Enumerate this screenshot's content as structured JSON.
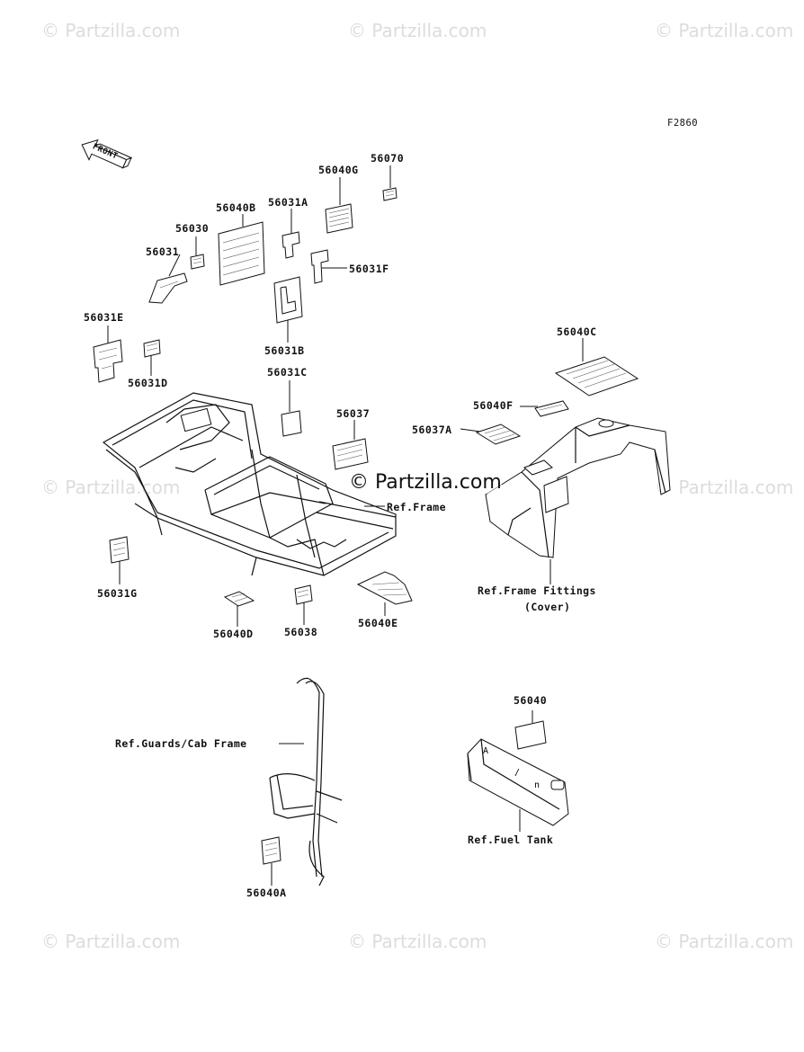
{
  "watermarks": {
    "small": "© Partzilla.com",
    "center": "© Partzilla.com"
  },
  "figure_code": "F2860",
  "front_label": "FRONT",
  "parts": {
    "p56070": "56070",
    "p56040G": "56040G",
    "p56040B": "56040B",
    "p56031A": "56031A",
    "p56030": "56030",
    "p56031": "56031",
    "p56031F": "56031F",
    "p56031E": "56031E",
    "p56031B": "56031B",
    "p56031D": "56031D",
    "p56031C": "56031C",
    "p56037": "56037",
    "p56040C": "56040C",
    "p56040F": "56040F",
    "p56037A": "56037A",
    "p56031G": "56031G",
    "p56040D": "56040D",
    "p56038": "56038",
    "p56040E": "56040E",
    "p56040": "56040",
    "p56040A": "56040A"
  },
  "references": {
    "frame": "Ref.Frame",
    "frame_fittings": "Ref.Frame Fittings",
    "cover": "(Cover)",
    "guards": "Ref.Guards/Cab Frame",
    "fuel_tank": "Ref.Fuel Tank"
  }
}
